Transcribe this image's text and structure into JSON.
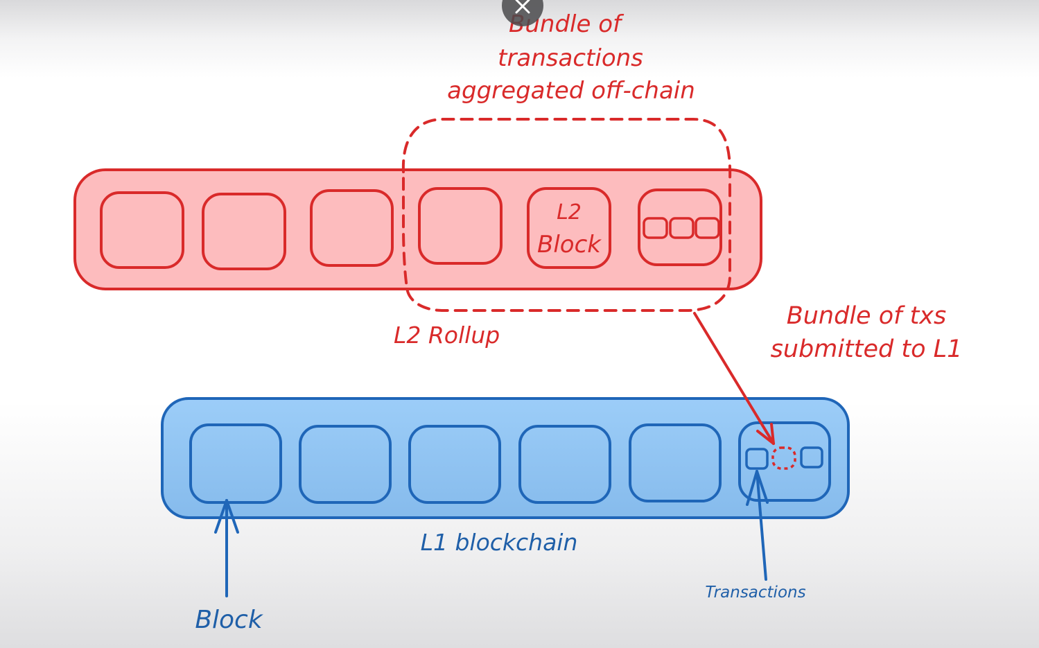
{
  "colors": {
    "red_stroke": "#d92a2a",
    "red_fill": "#fdbcbe",
    "blue_stroke": "#1f66b8",
    "blue_fill": "#90c4f2",
    "blue_text": "#1f5fa8"
  },
  "close_icon": "close-icon",
  "labels": {
    "bundle_line1": "Bundle of",
    "bundle_line2": "transactions",
    "bundle_line3": "aggregated off-chain",
    "l2_block_line1": "L2",
    "l2_block_line2": "Block",
    "l2_rollup": "L2 Rollup",
    "submitted_line1": "Bundle of txs",
    "submitted_line2": "submitted to L1",
    "l1_blockchain": "L1 blockchain",
    "block": "Block",
    "transactions": "Transactions"
  }
}
